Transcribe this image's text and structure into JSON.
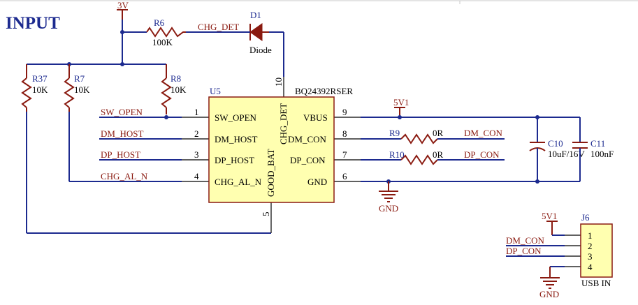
{
  "sheet_title": "INPUT",
  "colors": {
    "wire": "#1c2a8f",
    "component": "#8a1a10",
    "ic_fill": "#ffffb0",
    "junction": "#1c2a8f"
  },
  "power": {
    "top_3v": "3V",
    "mid_5v1": "5V1",
    "conn_5v1": "5V1",
    "gnd_mid": "GND",
    "gnd_conn": "GND"
  },
  "u5": {
    "designator": "U5",
    "part": "BQ24392RSER",
    "pins": [
      {
        "num": "1",
        "name": "SW_OPEN"
      },
      {
        "num": "2",
        "name": "DM_HOST"
      },
      {
        "num": "3",
        "name": "DP_HOST"
      },
      {
        "num": "4",
        "name": "CHG_AL_N"
      },
      {
        "num": "5",
        "name": "GOOD_BAT"
      },
      {
        "num": "9",
        "name": "VBUS"
      },
      {
        "num": "8",
        "name": "DM_CON"
      },
      {
        "num": "7",
        "name": "DP_CON"
      },
      {
        "num": "6",
        "name": "GND"
      },
      {
        "num": "10",
        "name": "CHG_DET"
      }
    ]
  },
  "resistors": {
    "r6": {
      "ref": "R6",
      "value": "100K"
    },
    "r37": {
      "ref": "R37",
      "value": "10K"
    },
    "r7": {
      "ref": "R7",
      "value": "10K"
    },
    "r8": {
      "ref": "R8",
      "value": "10K"
    },
    "r9": {
      "ref": "R9",
      "value": "0R"
    },
    "r10": {
      "ref": "R10",
      "value": "0R"
    }
  },
  "diode": {
    "ref": "D1",
    "value": "Diode"
  },
  "caps": {
    "c10": {
      "ref": "C10",
      "value": "10uF/16V"
    },
    "c11": {
      "ref": "C11",
      "value": "100nF"
    }
  },
  "nets": {
    "chg_det": "CHG_DET",
    "sw_open": "SW_OPEN",
    "dm_host": "DM_HOST",
    "dp_host": "DP_HOST",
    "chg_al_n": "CHG_AL_N",
    "dm_con_right": "DM_CON",
    "dp_con_right": "DP_CON",
    "dm_con_conn": "DM_CON",
    "dp_con_conn": "DP_CON"
  },
  "j6": {
    "ref": "J6",
    "value": "USB IN",
    "pins": [
      "1",
      "2",
      "3",
      "4"
    ]
  }
}
